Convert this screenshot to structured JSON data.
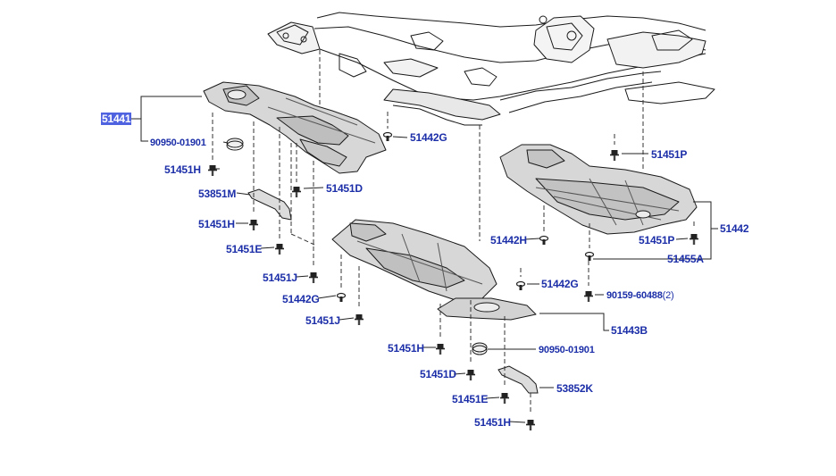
{
  "colors": {
    "label": "#1c2fa8",
    "highlight": "#4f63e0",
    "line": "#111111",
    "panel_fill": "#d4d4d4"
  },
  "callouts": [
    {
      "id": "51441",
      "text": "51441"
    },
    {
      "id": "90950-01901-a",
      "text": "90950-01901"
    },
    {
      "id": "51451H-a",
      "text": "51451H"
    },
    {
      "id": "53851M",
      "text": "53851M"
    },
    {
      "id": "51451H-b",
      "text": "51451H"
    },
    {
      "id": "51451E-a",
      "text": "51451E"
    },
    {
      "id": "51451J-a",
      "text": "51451J"
    },
    {
      "id": "51442G-a",
      "text": "51442G"
    },
    {
      "id": "51451J-b",
      "text": "51451J"
    },
    {
      "id": "51442G-b",
      "text": "51442G"
    },
    {
      "id": "51451D-a",
      "text": "51451D"
    },
    {
      "id": "51451P-a",
      "text": "51451P"
    },
    {
      "id": "51442",
      "text": "51442"
    },
    {
      "id": "51442H",
      "text": "51442H"
    },
    {
      "id": "51451P-b",
      "text": "51451P"
    },
    {
      "id": "51455A",
      "text": "51455A"
    },
    {
      "id": "51442G-c",
      "text": "51442G"
    },
    {
      "id": "90159-60488",
      "text": "90159-60488",
      "qty": "(2)"
    },
    {
      "id": "51443B",
      "text": "51443B"
    },
    {
      "id": "51451H-c",
      "text": "51451H"
    },
    {
      "id": "90950-01901-b",
      "text": "90950-01901"
    },
    {
      "id": "51451D-b",
      "text": "51451D"
    },
    {
      "id": "53852K",
      "text": "53852K"
    },
    {
      "id": "51451E-b",
      "text": "51451E"
    },
    {
      "id": "51451H-d",
      "text": "51451H"
    }
  ]
}
